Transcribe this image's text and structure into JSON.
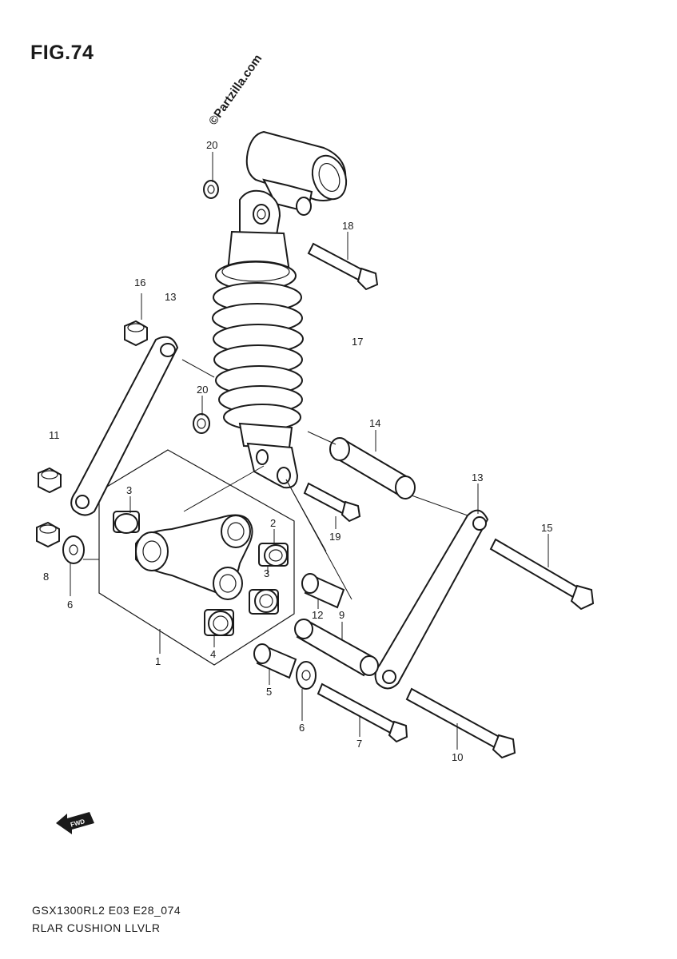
{
  "figure": {
    "title": "FIG.74",
    "watermark": "©Partzilla.com",
    "fwd_label": "FWD",
    "footer_code": "GSX1300RL2 E03 E28_074",
    "footer_name": "RLAR CUSHION LLVLR"
  },
  "callouts": [
    {
      "id": "c20a",
      "text": "20"
    },
    {
      "id": "c18",
      "text": "18"
    },
    {
      "id": "c16",
      "text": "16"
    },
    {
      "id": "c13a",
      "text": "13"
    },
    {
      "id": "c17",
      "text": "17"
    },
    {
      "id": "c20b",
      "text": "20"
    },
    {
      "id": "c11",
      "text": "11"
    },
    {
      "id": "c14",
      "text": "14"
    },
    {
      "id": "c13b",
      "text": "13"
    },
    {
      "id": "c3a",
      "text": "3"
    },
    {
      "id": "c2",
      "text": "2"
    },
    {
      "id": "c3b",
      "text": "3"
    },
    {
      "id": "c19",
      "text": "19"
    },
    {
      "id": "c15",
      "text": "15"
    },
    {
      "id": "c8",
      "text": "8"
    },
    {
      "id": "c6a",
      "text": "6"
    },
    {
      "id": "c12",
      "text": "12"
    },
    {
      "id": "c9",
      "text": "9"
    },
    {
      "id": "c1",
      "text": "1"
    },
    {
      "id": "c4",
      "text": "4"
    },
    {
      "id": "c5",
      "text": "5"
    },
    {
      "id": "c6b",
      "text": "6"
    },
    {
      "id": "c7",
      "text": "7"
    },
    {
      "id": "c10",
      "text": "10"
    }
  ],
  "colors": {
    "ink": "#1a1a1a",
    "paper": "#ffffff"
  },
  "icons": {
    "fwd_arrow": "fwd-arrow-icon"
  }
}
